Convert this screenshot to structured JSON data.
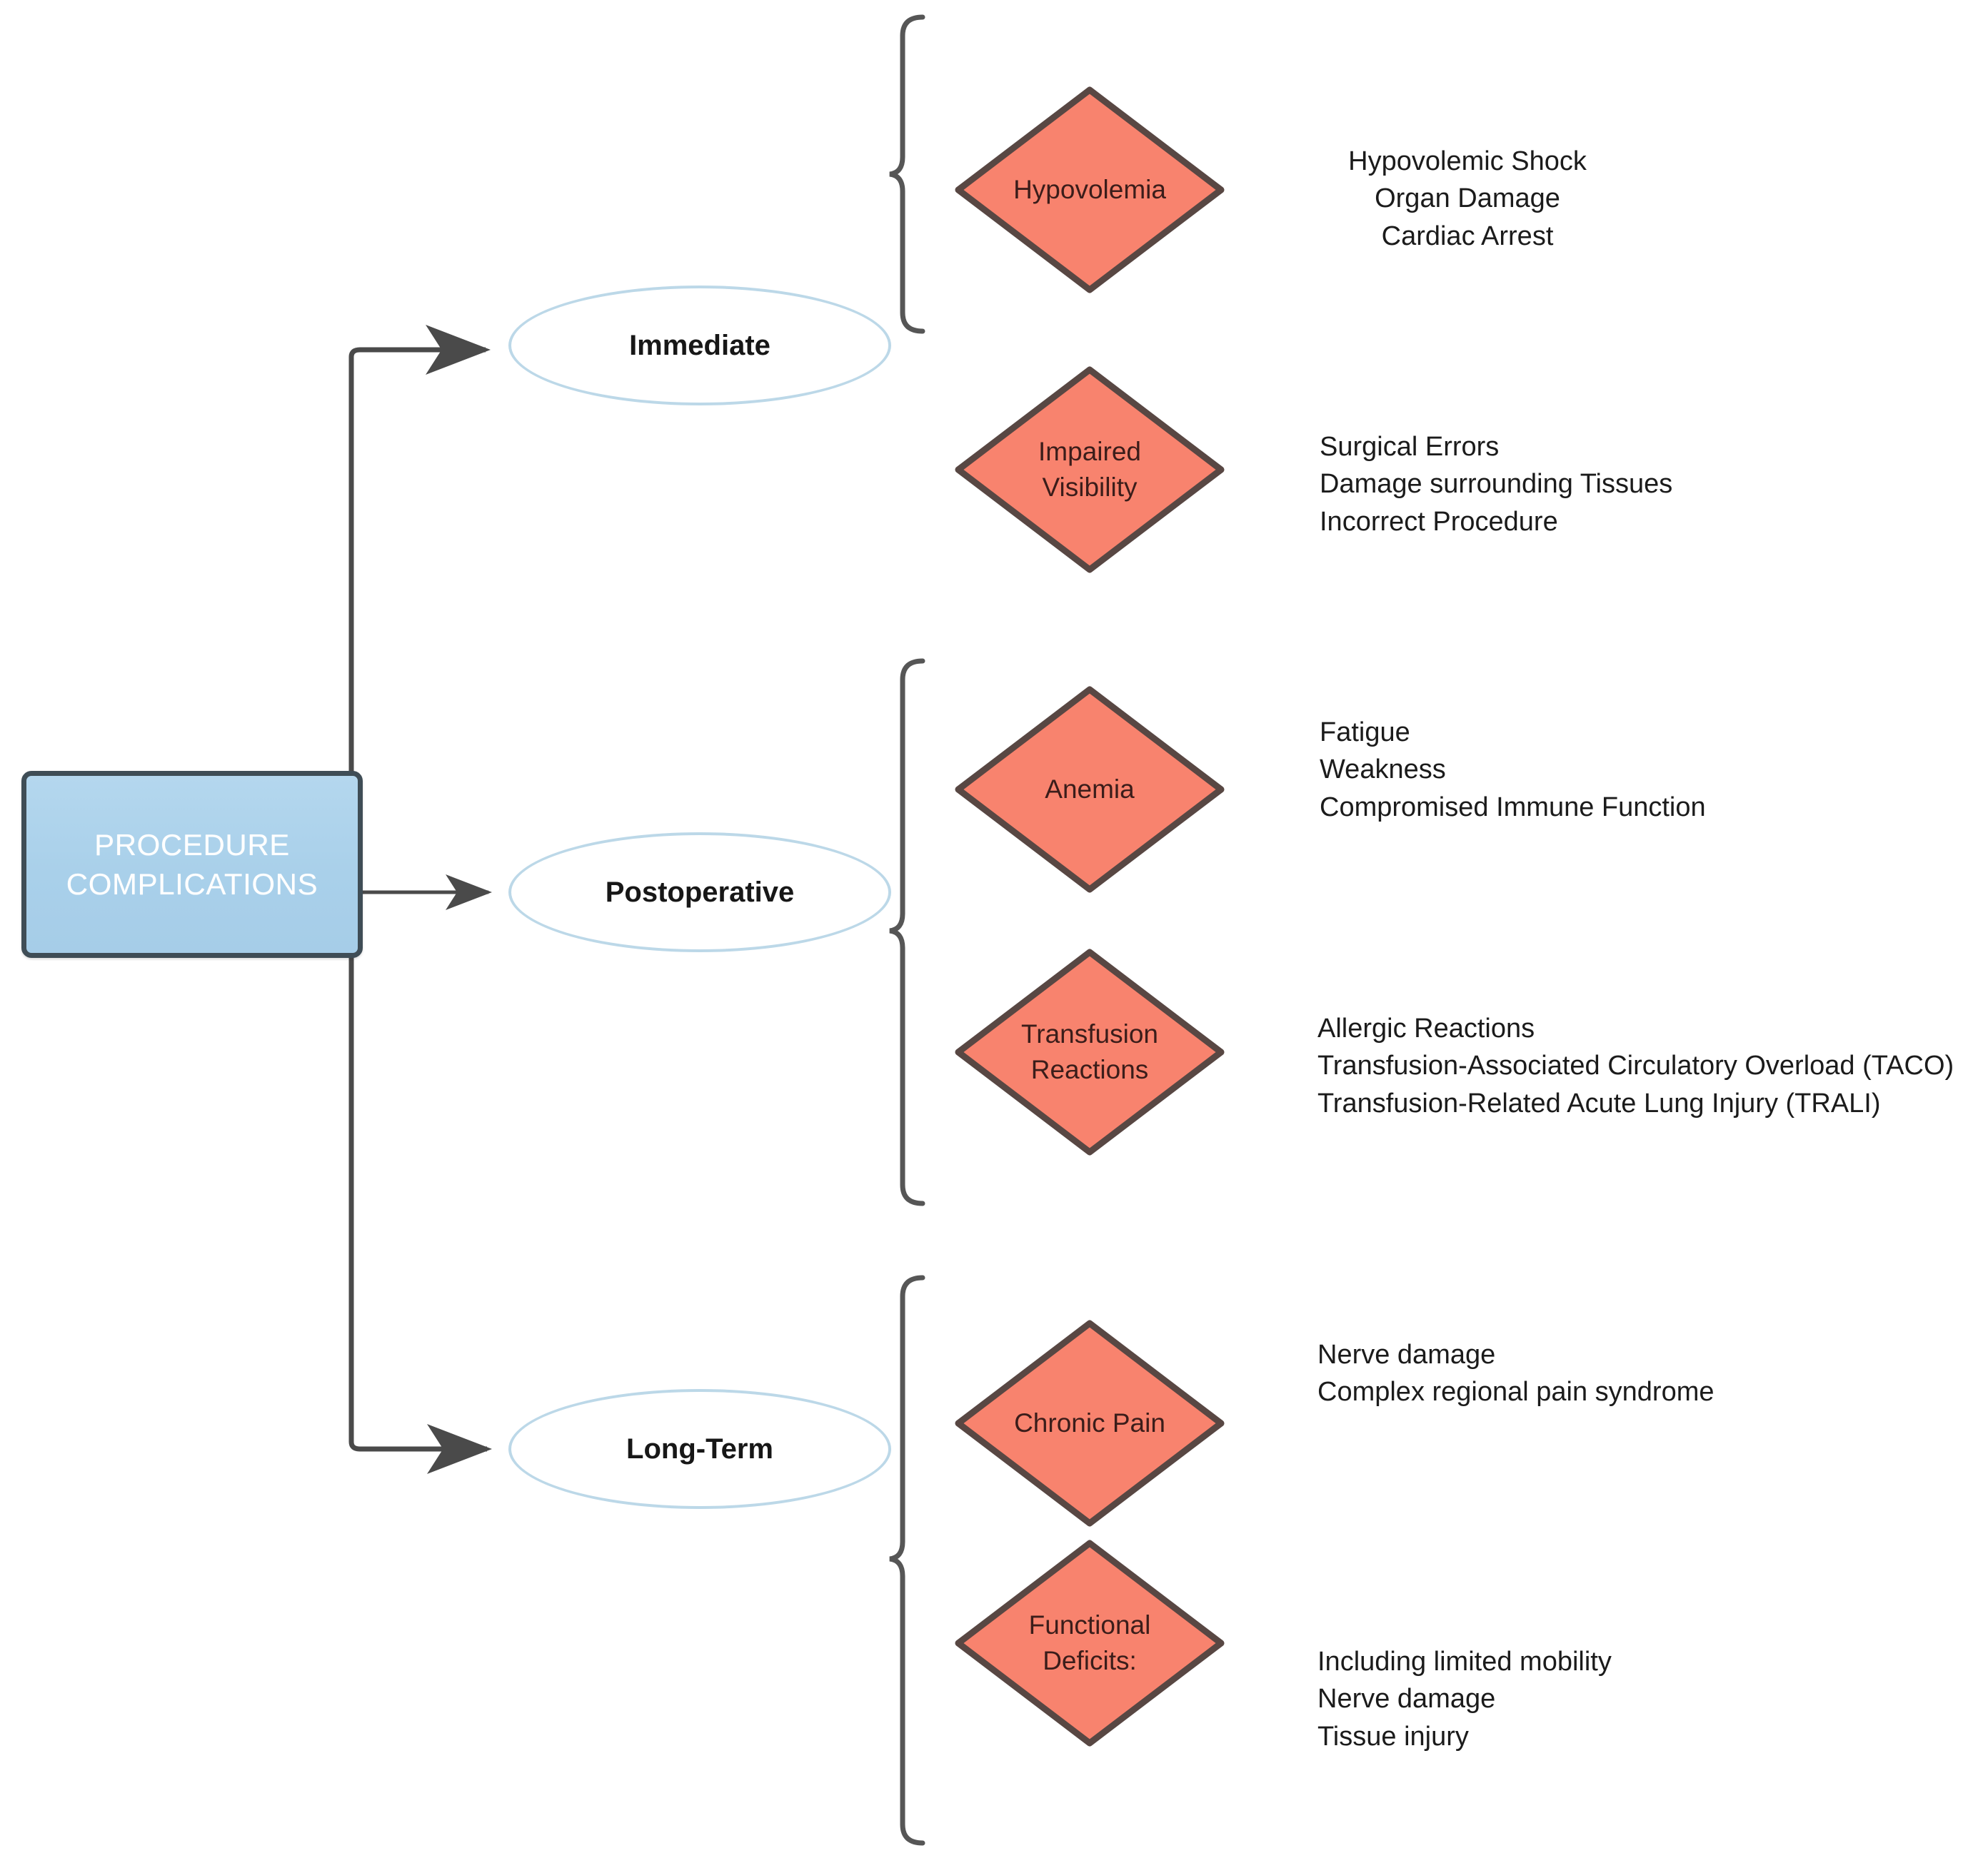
{
  "title": "Procedure Complications",
  "colors": {
    "background": "#ffffff",
    "root_fill": "#b0d4ec",
    "root_border": "#3f4d56",
    "root_text": "#ffffff",
    "ellipse_border": "#bcd8e8",
    "ellipse_fill": "#ffffff",
    "diamond_fill": "#f8836e",
    "diamond_border": "#584743",
    "diamond_text": "#3b1d1a",
    "connector": "#4a4a4a",
    "brace": "#565656",
    "body_text": "#1b1b1b"
  },
  "root": {
    "label": "PROCEDURE\nCOMPLICATIONS"
  },
  "categories": [
    {
      "id": "immediate",
      "label": "Immediate"
    },
    {
      "id": "postoperative",
      "label": "Postoperative"
    },
    {
      "id": "long-term",
      "label": "Long-Term"
    }
  ],
  "nodes": [
    {
      "id": "hypovolemia",
      "category": "immediate",
      "label": "Hypovolemia",
      "outcomes": [
        "Hypovolemic Shock",
        "Organ Damage",
        "Cardiac Arrest"
      ],
      "outcomes_align": "center"
    },
    {
      "id": "impaired-visibility",
      "category": "immediate",
      "label": "Impaired\nVisibility",
      "outcomes": [
        "Surgical Errors",
        "Damage surrounding Tissues",
        "Incorrect Procedure"
      ],
      "outcomes_align": "left"
    },
    {
      "id": "anemia",
      "category": "postoperative",
      "label": "Anemia",
      "outcomes": [
        "Fatigue",
        "Weakness",
        "Compromised Immune Function"
      ],
      "outcomes_align": "left"
    },
    {
      "id": "transfusion-reactions",
      "category": "postoperative",
      "label": "Transfusion\nReactions",
      "outcomes": [
        "Allergic Reactions",
        "Transfusion-Associated Circulatory Overload (TACO)",
        "Transfusion-Related Acute Lung Injury (TRALI)"
      ],
      "outcomes_align": "left"
    },
    {
      "id": "chronic-pain",
      "category": "long-term",
      "label": "Chronic Pain",
      "outcomes": [
        "Nerve damage",
        "Complex regional pain syndrome"
      ],
      "outcomes_align": "left"
    },
    {
      "id": "functional-deficits",
      "category": "long-term",
      "label": "Functional\nDeficits:",
      "outcomes": [
        "Including limited mobility",
        "Nerve damage",
        "Tissue injury"
      ],
      "outcomes_align": "left"
    }
  ],
  "text_blocks": {
    "hypovolemia_outcomes": "Hypovolemic Shock\nOrgan Damage\nCardiac Arrest",
    "impaired_visibility_outcomes": "Surgical Errors\nDamage surrounding Tissues\nIncorrect Procedure",
    "anemia_outcomes": "Fatigue\nWeakness\nCompromised Immune Function",
    "transfusion_reactions_outcomes": "Allergic Reactions\nTransfusion-Associated Circulatory Overload (TACO)\nTransfusion-Related Acute Lung Injury (TRALI)",
    "chronic_pain_outcomes": "Nerve damage\nComplex regional pain syndrome",
    "functional_deficits_outcomes": "Including limited mobility\nNerve damage\nTissue injury"
  },
  "labels": {
    "diamond_hypovolemia": "Hypovolemia",
    "diamond_impaired_visibility": "Impaired\nVisibility",
    "diamond_anemia": "Anemia",
    "diamond_transfusion_reactions": "Transfusion\nReactions",
    "diamond_chronic_pain": "Chronic Pain",
    "diamond_functional_deficits": "Functional\nDeficits:",
    "ellipse_immediate": "Immediate",
    "ellipse_postoperative": "Postoperative",
    "ellipse_long_term": "Long-Term"
  }
}
